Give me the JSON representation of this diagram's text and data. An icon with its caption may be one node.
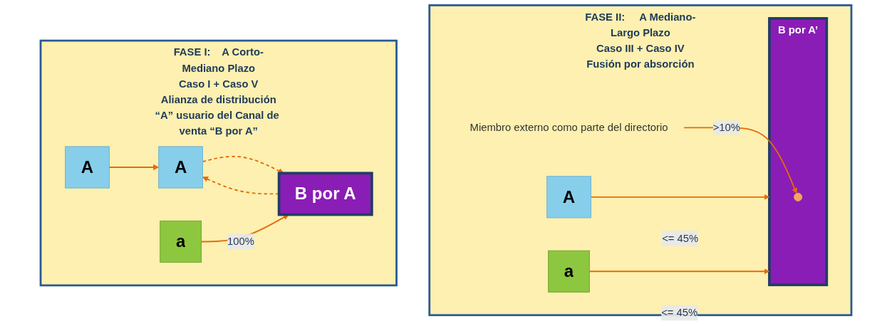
{
  "diagram": {
    "nodes": [
      {
        "text": [
          "FASE I:    A Corto-Mediano Plazo",
          "Caso I + Caso V",
          "Alianza de distribución",
          "“A” usuario del Canal de venta “B por A”"
        ]
      },
      {
        "text": [
          "A"
        ],
        "in": 0
      },
      {
        "text": [
          "A"
        ],
        "in": 0
      },
      {
        "text": [
          "a"
        ],
        "in": 0
      },
      {
        "text": [
          "B  por A"
        ],
        "in": 0
      },
      {
        "text": [
          "FASE II:     A Mediano-Largo Plazo",
          "Caso III + Caso IV",
          "Fusión por absorción"
        ]
      },
      {
        "text": [
          "A"
        ],
        "in": 5
      },
      {
        "text": [
          "a"
        ],
        "in": 5
      },
      {
        "text": [
          "B por A’"
        ],
        "in": 5
      },
      {
        "text": [],
        "shape": "circle",
        "in": 8
      },
      {
        "text": [
          "Miembro externo como parte del directorio"
        ],
        "in": 5
      }
    ],
    "edges": [
      {
        "from": 1,
        "to": 2,
        "arrow": "to"
      },
      {
        "from": 2,
        "to": 4,
        "arrow": "to",
        "style": "dashed"
      },
      {
        "from": 4,
        "to": 2,
        "arrow": "to",
        "style": "dashed"
      },
      {
        "from": 3,
        "to": 4,
        "arrow": "to",
        "label": "100%"
      },
      {
        "from": 6,
        "to": 8,
        "arrow": "to",
        "label": "<= 45%"
      },
      {
        "from": 7,
        "to": 8,
        "arrow": "to",
        "label": "<= 45%"
      },
      {
        "from": 10,
        "to": 9,
        "arrow": "to",
        "label": ">10%"
      }
    ]
  }
}
